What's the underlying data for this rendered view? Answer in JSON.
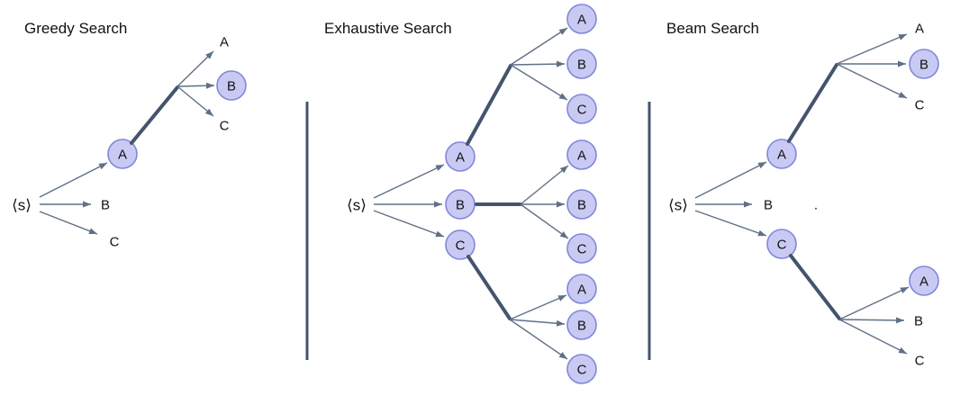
{
  "figure": {
    "colors": {
      "node_fill": "#c9caf3",
      "node_border": "#8187d9",
      "arrow": "#5f7087",
      "path_highlight": "#44546d",
      "divider": "#44546d",
      "text": "#111111"
    },
    "panels": [
      {
        "title": "Greedy Search",
        "root": "⟨s⟩",
        "level1": [
          {
            "label": "A",
            "circled": true
          },
          {
            "label": "B",
            "circled": false
          },
          {
            "label": "C",
            "circled": false
          }
        ],
        "expansion_from_A": [
          {
            "label": "A",
            "circled": false
          },
          {
            "label": "B",
            "circled": true
          },
          {
            "label": "C",
            "circled": false
          }
        ]
      },
      {
        "title": "Exhaustive Search",
        "root": "⟨s⟩",
        "level1": [
          {
            "label": "A",
            "circled": true
          },
          {
            "label": "B",
            "circled": true
          },
          {
            "label": "C",
            "circled": true
          }
        ],
        "expansion_from_A": [
          {
            "label": "A",
            "circled": true
          },
          {
            "label": "B",
            "circled": true
          },
          {
            "label": "C",
            "circled": true
          }
        ],
        "expansion_from_B": [
          {
            "label": "A",
            "circled": true
          },
          {
            "label": "B",
            "circled": true
          },
          {
            "label": "C",
            "circled": true
          }
        ],
        "expansion_from_C": [
          {
            "label": "A",
            "circled": true
          },
          {
            "label": "B",
            "circled": true
          },
          {
            "label": "C",
            "circled": true
          }
        ]
      },
      {
        "title": "Beam Search",
        "root": "⟨s⟩",
        "level1": [
          {
            "label": "A",
            "circled": true
          },
          {
            "label": "B",
            "circled": false
          },
          {
            "label": "C",
            "circled": true
          }
        ],
        "expansion_from_A": [
          {
            "label": "A",
            "circled": false
          },
          {
            "label": "B",
            "circled": true
          },
          {
            "label": "C",
            "circled": false
          }
        ],
        "expansion_from_C": [
          {
            "label": "A",
            "circled": true
          },
          {
            "label": "B",
            "circled": false
          },
          {
            "label": "C",
            "circled": false
          }
        ],
        "stray_mark": "."
      }
    ]
  }
}
